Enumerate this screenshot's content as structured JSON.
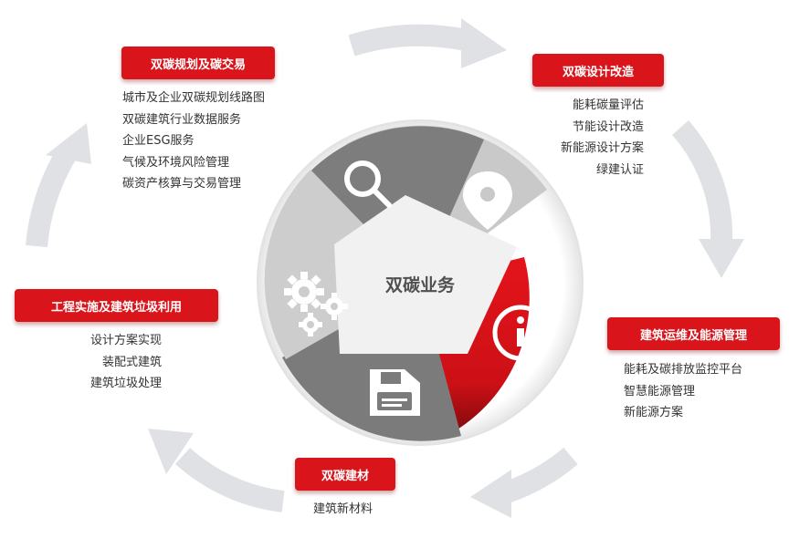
{
  "diagram": {
    "center_label": "双碳业务",
    "sections": [
      {
        "title": "双碳规划及碳交易",
        "items": [
          "城市及企业双碳规划线路图",
          "双碳建筑行业数据服务",
          "企业ESG服务",
          "气候及环境风险管理",
          "碳资产核算与交易管理"
        ]
      },
      {
        "title": "双碳设计改造",
        "items": [
          "能耗碳量评估",
          "节能设计改造",
          "新能源设计方案",
          "绿建认证"
        ]
      },
      {
        "title": "建筑运维及能源管理",
        "items": [
          "能耗及碳排放监控平台",
          "智慧能源管理",
          "新能源方案"
        ]
      },
      {
        "title": "双碳建材",
        "items": [
          "建筑新材料"
        ]
      },
      {
        "title": "工程实施及建筑垃圾利用",
        "items": [
          "设计方案实现",
          "装配式建筑",
          "建筑垃圾处理"
        ]
      }
    ],
    "icons": [
      "magnifier-icon",
      "location-pin-icon",
      "info-icon",
      "floppy-disk-icon",
      "gears-icon"
    ],
    "colors": {
      "accent_red": "#d9151b",
      "dark_gray": "#7a7a7a",
      "light_gray": "#c8c8c8",
      "arrow_gray": "#dfe1e4",
      "center_fill": "#efefef"
    }
  }
}
